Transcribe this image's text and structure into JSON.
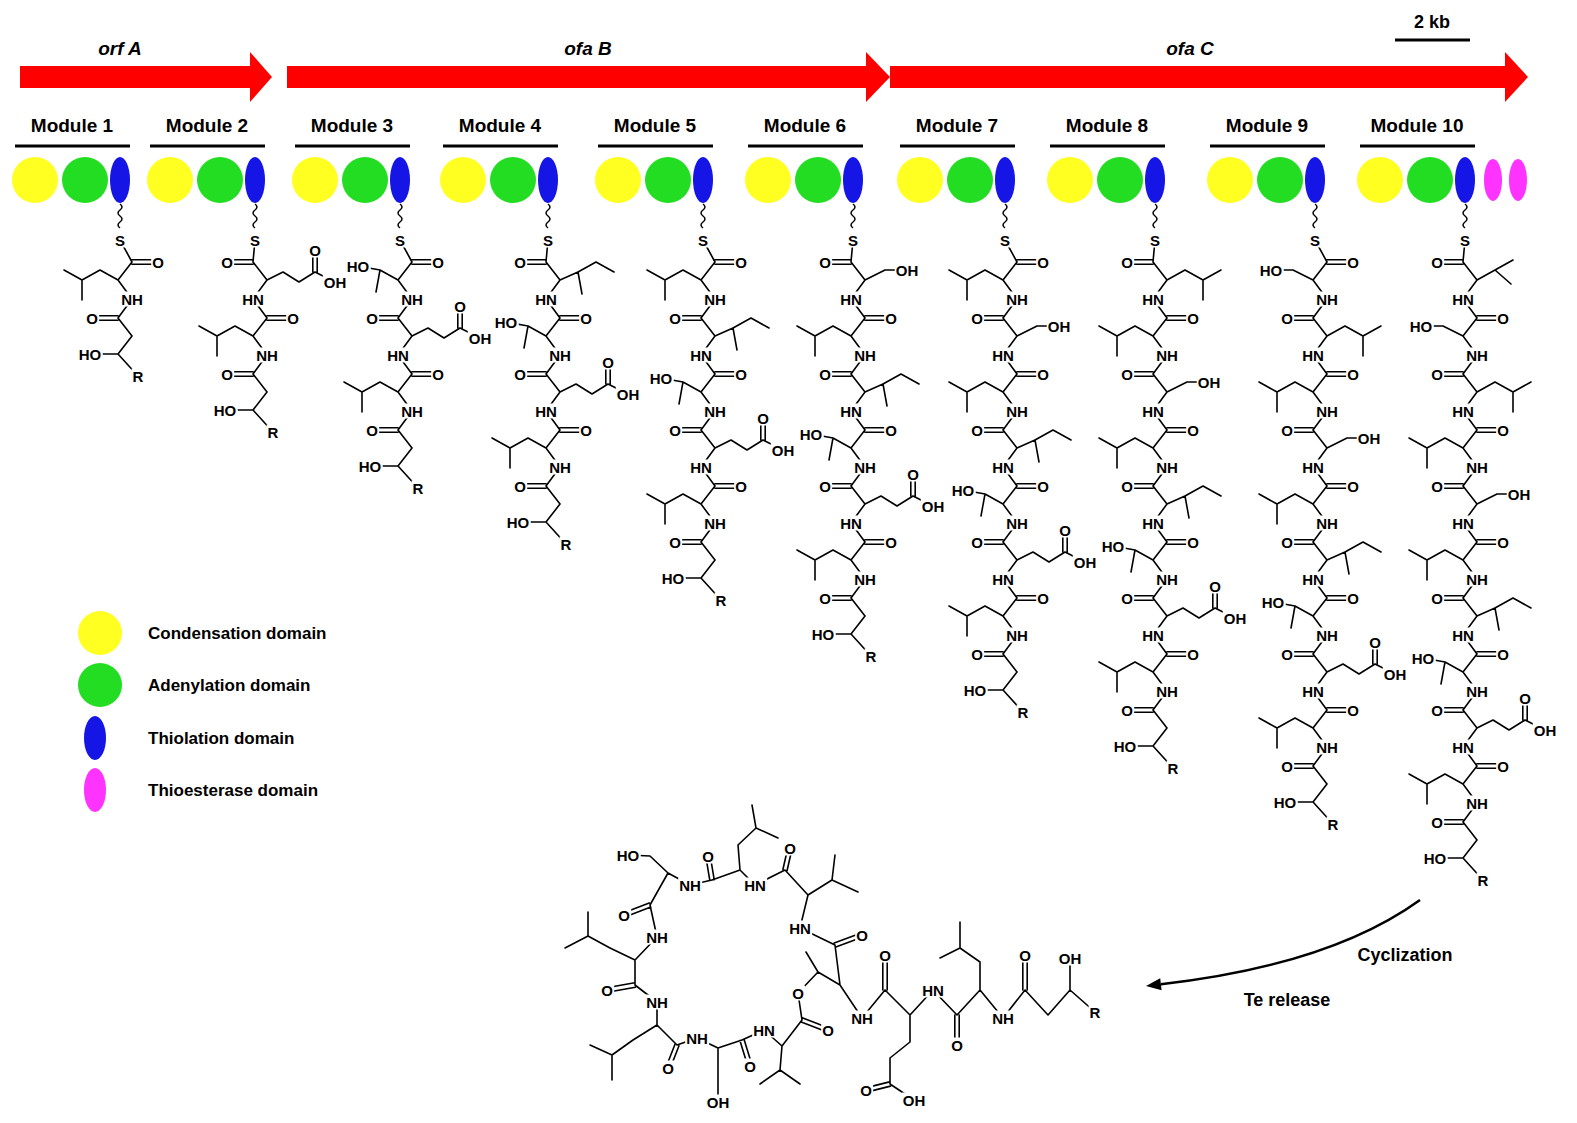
{
  "diagram": {
    "labels": [
      "orf A",
      "ofa B",
      "ofa C",
      "2 kb",
      "Module 1",
      "Module 2",
      "Module 3",
      "Module 4",
      "Module 5",
      "Module 6",
      "Module 7",
      "Module 8",
      "Module 9",
      "Module 10",
      "S",
      "O",
      "NH",
      "O",
      "HO",
      "R",
      "S",
      "O",
      "O",
      "OH",
      "HN",
      "O",
      "NH",
      "O",
      "HO",
      "R",
      "S",
      "O",
      "HO",
      "NH",
      "O",
      "O",
      "OH",
      "HN",
      "O",
      "NH",
      "O",
      "HO",
      "R",
      "S",
      "O",
      "HN",
      "O",
      "HO",
      "NH",
      "O",
      "O",
      "OH",
      "HN",
      "O",
      "NH",
      "O",
      "HO",
      "R",
      "S",
      "O",
      "NH",
      "O",
      "HN",
      "O",
      "HO",
      "NH",
      "O",
      "O",
      "OH",
      "HN",
      "O",
      "NH",
      "O",
      "HO",
      "R",
      "S",
      "O",
      "OH",
      "HN",
      "O",
      "NH",
      "O",
      "HN",
      "O",
      "HO",
      "NH",
      "O",
      "O",
      "OH",
      "HN",
      "O",
      "NH",
      "O",
      "HO",
      "R",
      "S",
      "O",
      "NH",
      "O",
      "OH",
      "HN",
      "O",
      "NH",
      "O",
      "HN",
      "O",
      "HO",
      "NH",
      "O",
      "O",
      "OH",
      "HN",
      "O",
      "NH",
      "O",
      "HO",
      "R",
      "S",
      "O",
      "HN",
      "O",
      "NH",
      "O",
      "OH",
      "HN",
      "O",
      "NH",
      "O",
      "HN",
      "O",
      "HO",
      "NH",
      "O",
      "O",
      "OH",
      "HN",
      "O",
      "NH",
      "O",
      "HO",
      "R",
      "S",
      "O",
      "HO",
      "NH",
      "O",
      "HN",
      "O",
      "NH",
      "O",
      "OH",
      "HN",
      "O",
      "NH",
      "O",
      "HN",
      "O",
      "HO",
      "NH",
      "O",
      "O",
      "OH",
      "HN",
      "O",
      "NH",
      "O",
      "HO",
      "R",
      "S",
      "O",
      "HN",
      "O",
      "HO",
      "NH",
      "O",
      "HN",
      "O",
      "NH",
      "O",
      "OH",
      "HN",
      "O",
      "NH",
      "O",
      "HN",
      "O",
      "HO",
      "NH",
      "O",
      "O",
      "OH",
      "HN",
      "O",
      "NH",
      "O",
      "HO",
      "R",
      "O",
      "HN",
      "O",
      "HN",
      "O",
      "NH",
      "HO",
      "O",
      "NH",
      "O",
      "NH",
      "O",
      "NH",
      "OH",
      "O",
      "HN",
      "O",
      "O",
      "NH",
      "O",
      "O",
      "OH",
      "HN",
      "O",
      "NH",
      "O",
      "OH",
      "R",
      "Cyclization",
      "Te release"
    ],
    "legend": [
      {
        "text": "Condensation domain",
        "color": "#ffff22"
      },
      {
        "text": "Adenylation domain",
        "color": "#22dd22"
      },
      {
        "text": "Thiolation domain",
        "color": "#1515e6"
      },
      {
        "text": "Thioesterase domain",
        "color": "#ff33ff"
      }
    ]
  }
}
